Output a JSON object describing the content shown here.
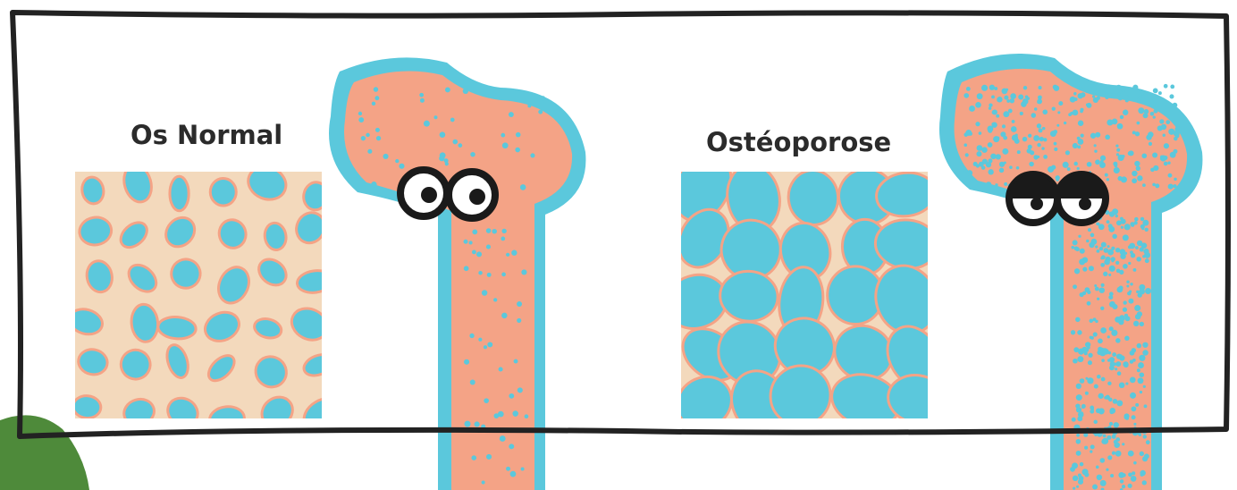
{
  "labels": {
    "normal": "Os Normal",
    "osteoporosis": "Ostéoporose"
  },
  "colors": {
    "frame": "#222222",
    "bone_outer": "#5BC8DC",
    "bone_inner": "#F4A386",
    "marrow_bg": "#F3D9BC",
    "pore": "#5BC8DC",
    "leaf": "#4E8A3A"
  },
  "panels": [
    {
      "id": "normal",
      "condition": "healthy",
      "eyes": "wide-open"
    },
    {
      "id": "osteoporosis",
      "condition": "porous",
      "eyes": "tired"
    }
  ]
}
